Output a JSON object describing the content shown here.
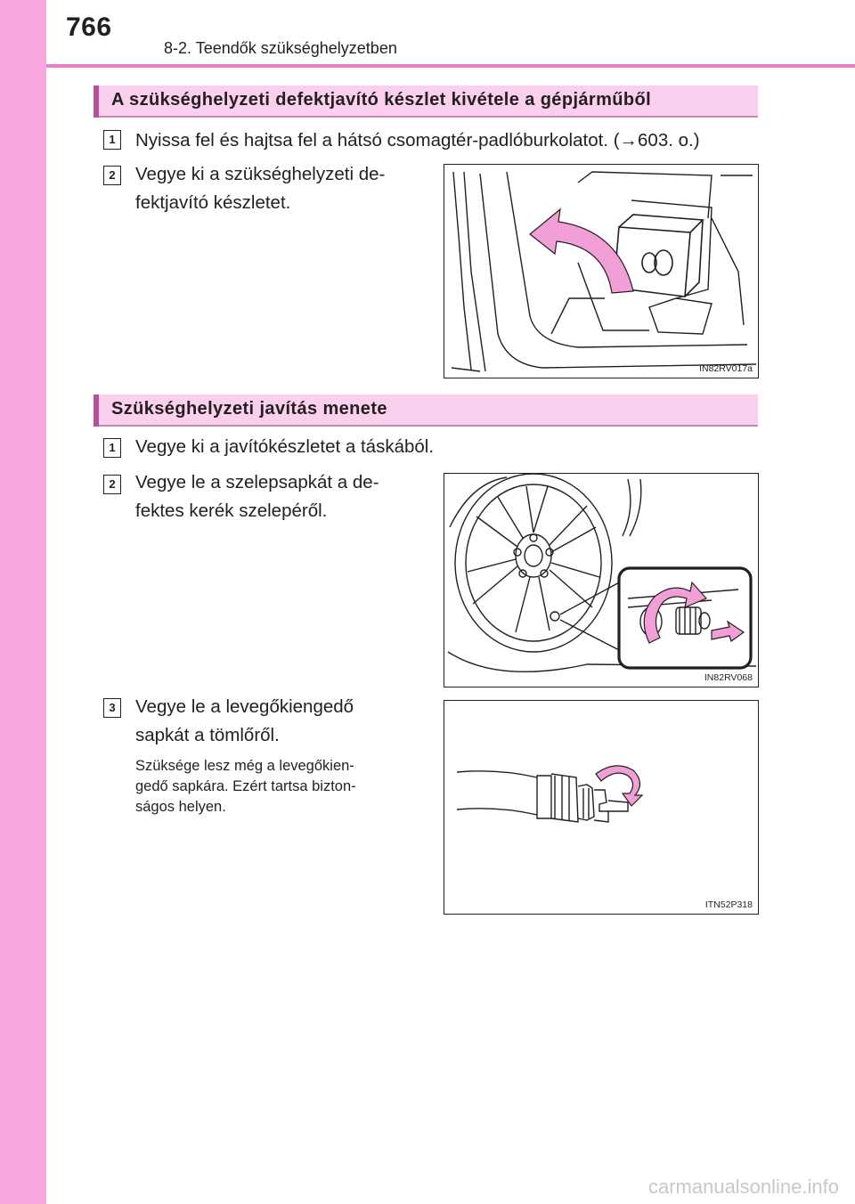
{
  "header": {
    "page_number": "766",
    "chapter": "8-2. Teendők szükséghelyzetben"
  },
  "colors": {
    "accent": "#f7a8dd",
    "section_band": "#fbd0ee",
    "arrow_pink": "#f29fd7"
  },
  "section1": {
    "title": "A szükséghelyzeti defektjavító készlet kivétele a gépjárműből",
    "steps": [
      {
        "num": "1",
        "text": "Nyissa fel és hajtsa fel a hátsó csomagtér-padlóburkolatot. (→603. o.)"
      },
      {
        "num": "2",
        "lines": [
          "Vegye ki a szükséghelyzeti de-",
          "fektjavító készletet."
        ]
      }
    ],
    "figure_code": "IN82RV017a"
  },
  "section2": {
    "title": "Szükséghelyzeti javítás menete",
    "steps": [
      {
        "num": "1",
        "text": "Vegye ki a javítókészletet a táskából."
      },
      {
        "num": "2",
        "lines": [
          "Vegye le a szelepsapkát a de-",
          "fektes kerék szelepéről."
        ],
        "figure_code": "IN82RV068"
      },
      {
        "num": "3",
        "lines": [
          "Vegye le a levegőkiengedő",
          "sapkát a tömlőről."
        ],
        "note_lines": [
          "Szüksége lesz még a levegőkien-",
          "gedő sapkára. Ezért tartsa bizton-",
          "ságos helyen."
        ],
        "figure_code": "ITN52P318"
      }
    ]
  },
  "watermark": "carmanualsonline.info"
}
